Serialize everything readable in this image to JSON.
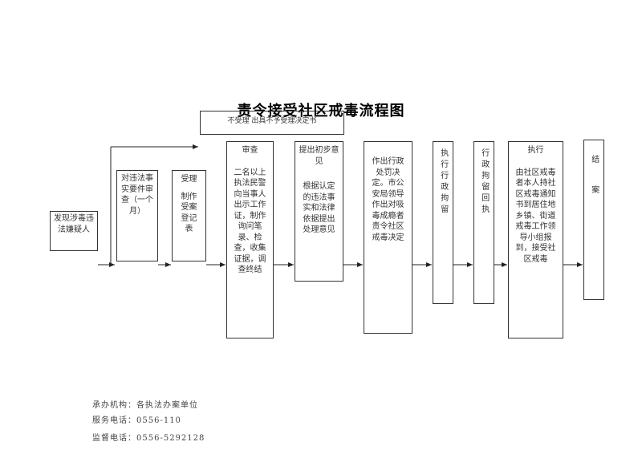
{
  "title": "责令接受社区戒毒流程图",
  "reject_note": "不受理    出具不予受理决定书",
  "steps": {
    "discover": "发现涉毒违法嫌疑人",
    "review_facts": "对违法事实要件审查（一个月）",
    "accept": {
      "head": "受理",
      "body": "制作受案登记表"
    },
    "examine": {
      "head": "审查",
      "body": "二名以上执法民警向当事人出示工作证，制作询问笔录、检查，收集证据，调查终结"
    },
    "proposal": {
      "head": "提出初步意见",
      "body": "根据认定的违法事实和法律依据提出处理意见"
    },
    "decision": {
      "body": "作出行政处罚决定。市公安局领导作出对吸毒成瘾者责令社区戒毒决定"
    },
    "detention": "执行行政拘留",
    "return_detention": "行政拘留回执",
    "execute": {
      "head": "执行",
      "body": "由社区戒毒者本人持社区戒毒通知书到居住地乡镇、街道戒毒工作领导小组报到，接受社区戒毒"
    },
    "close": "结案"
  },
  "footer": {
    "agency": "承办机构：各执法办案单位",
    "service_phone": "服务电话：0556-110",
    "supervise_phone": "监督电话：0556-5292128"
  }
}
